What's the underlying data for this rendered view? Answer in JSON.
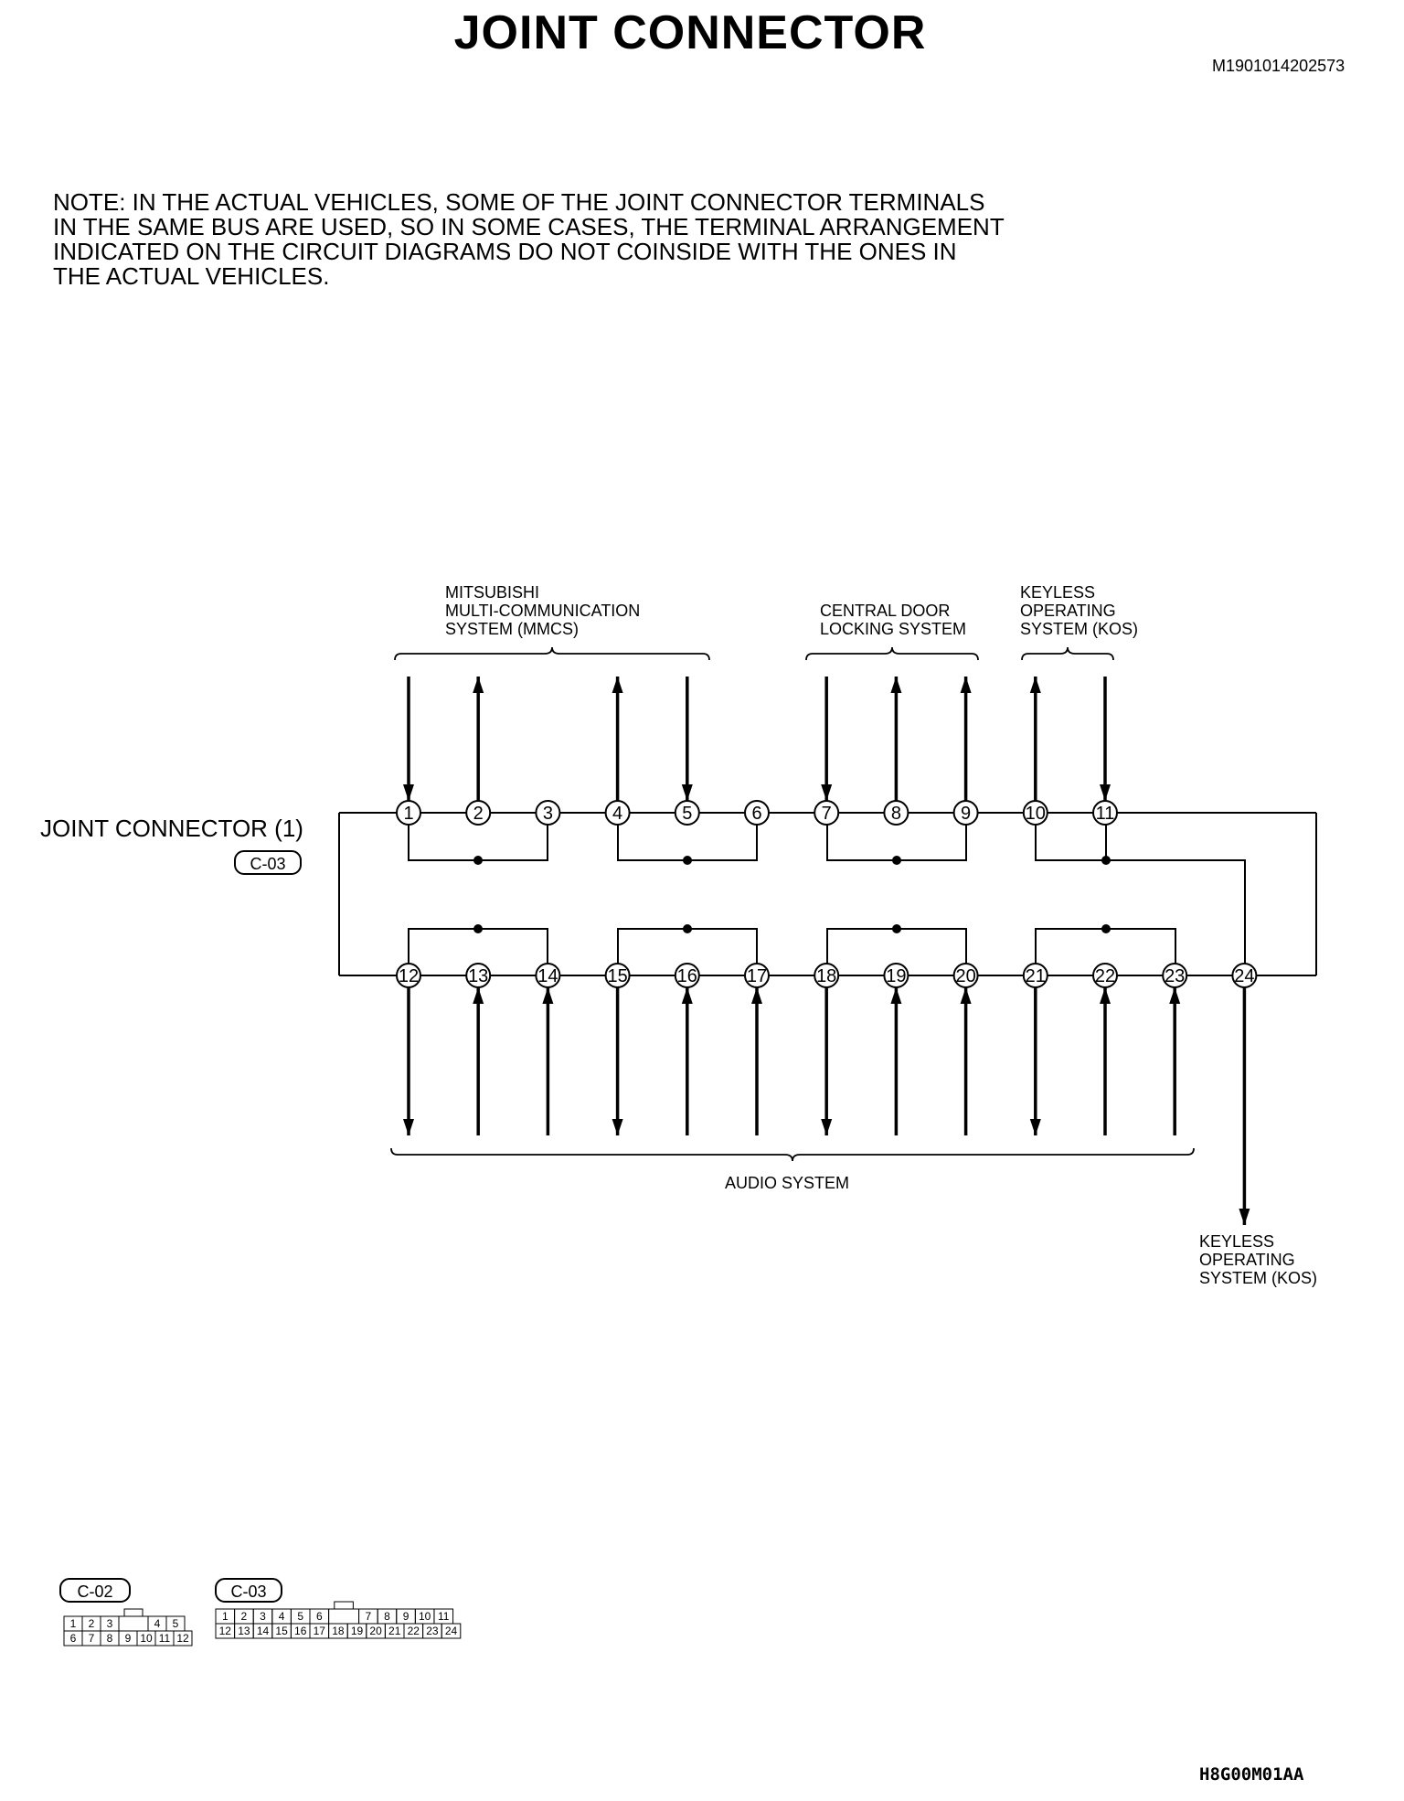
{
  "title": "JOINT CONNECTOR",
  "doc_id": "M1901014202573",
  "note": " NOTE: IN THE ACTUAL VEHICLES, SOME OF THE JOINT CONNECTOR TERMINALS\nIN THE SAME BUS ARE USED, SO IN SOME CASES, THE TERMINAL ARRANGEMENT\nINDICATED ON THE CIRCUIT DIAGRAMS DO NOT COINSIDE WITH THE ONES IN\nTHE ACTUAL VEHICLES.",
  "connector": {
    "name": "JOINT CONNECTOR (1)",
    "code": "C-03"
  },
  "groups": {
    "mmcs": [
      "MITSUBISHI",
      "MULTI-COMMUNICATION",
      "SYSTEM (MMCS)"
    ],
    "cdl": [
      "CENTRAL DOOR",
      "LOCKING SYSTEM"
    ],
    "kos_top": [
      "KEYLESS",
      "OPERATING",
      "SYSTEM (KOS)"
    ],
    "audio": "AUDIO SYSTEM",
    "kos_bottom": [
      "KEYLESS",
      "OPERATING",
      "SYSTEM (KOS)"
    ]
  },
  "top_pins": [
    "1",
    "2",
    "3",
    "4",
    "5",
    "6",
    "7",
    "8",
    "9",
    "10",
    "11"
  ],
  "bottom_pins": [
    "12",
    "13",
    "14",
    "15",
    "16",
    "17",
    "18",
    "19",
    "20",
    "21",
    "22",
    "23",
    "24"
  ],
  "top_arrows": [
    "down",
    "up",
    null,
    "up",
    "down",
    null,
    "down",
    "up",
    "up",
    "up",
    "down"
  ],
  "bottom_arrows": [
    "up",
    "down",
    "down",
    "up",
    "down",
    "down",
    "up",
    "down",
    "down",
    "up",
    "down",
    "down",
    "down"
  ],
  "views": {
    "c02": {
      "code": "C-02",
      "row1": [
        "1",
        "2",
        "3",
        "",
        "4",
        "5"
      ],
      "row2": [
        "6",
        "7",
        "8",
        "9",
        "10",
        "11",
        "12"
      ]
    },
    "c03": {
      "code": "C-03",
      "row1": [
        "1",
        "2",
        "3",
        "4",
        "5",
        "6",
        "",
        "7",
        "8",
        "9",
        "10",
        "11"
      ],
      "row2": [
        "12",
        "13",
        "14",
        "15",
        "16",
        "17",
        "18",
        "19",
        "20",
        "21",
        "22",
        "23",
        "24"
      ]
    }
  },
  "footer_code": "H8G00M01AA"
}
